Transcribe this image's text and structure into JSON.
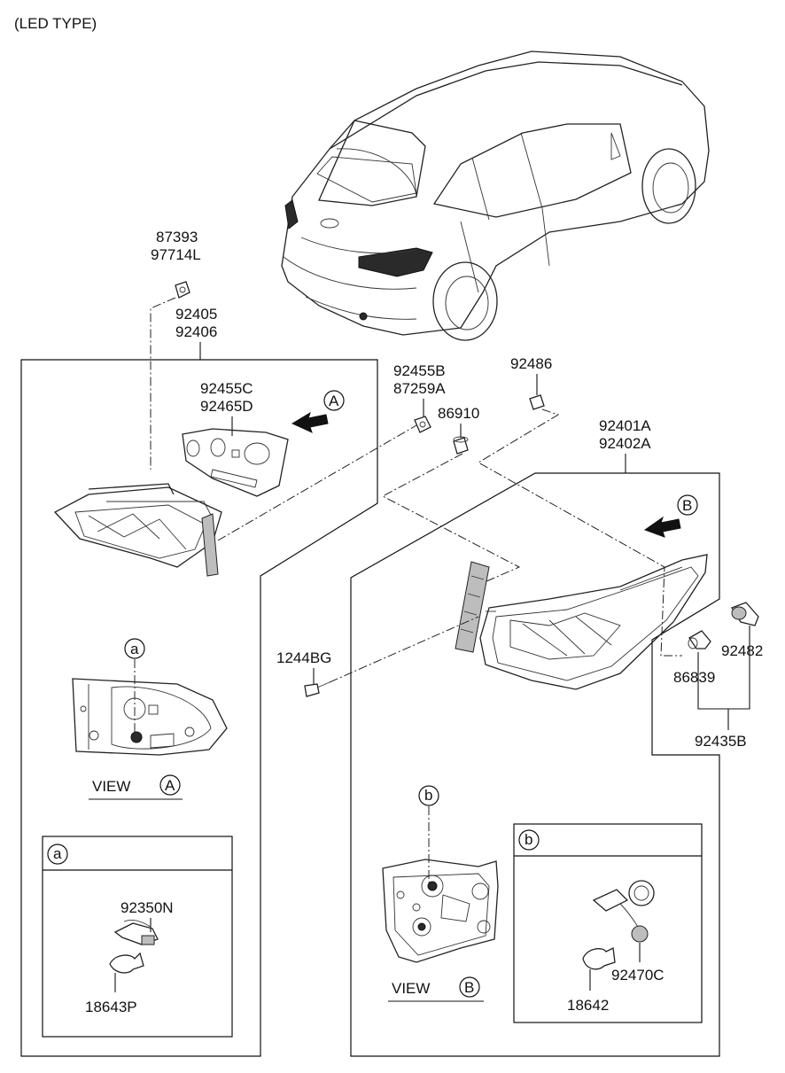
{
  "header": {
    "title": "(LED TYPE)"
  },
  "parts": {
    "p87393": "87393",
    "p97714L": "97714L",
    "p92405": "92405",
    "p92406": "92406",
    "p92455C": "92455C",
    "p92465D": "92465D",
    "p92455B": "92455B",
    "p87259A": "87259A",
    "p92486": "92486",
    "p86910": "86910",
    "p92401A": "92401A",
    "p92402A": "92402A",
    "p1244BG": "1244BG",
    "p86839": "86839",
    "p92482": "92482",
    "p92435B": "92435B",
    "p92350N": "92350N",
    "p18643P": "18643P",
    "p18642": "18642",
    "p92470C": "92470C"
  },
  "markers": {
    "view_a_letter": "A",
    "view_b_letter": "B",
    "detail_a": "a",
    "detail_b": "b"
  },
  "views": {
    "view_label": "VIEW"
  },
  "icons": [
    "arrow-a-icon",
    "arrow-b-icon",
    "vehicle-illustration",
    "inner-lamp-illustration",
    "outer-lamp-illustration",
    "bulb-icon",
    "socket-icon",
    "screw-icon",
    "nut-icon"
  ]
}
